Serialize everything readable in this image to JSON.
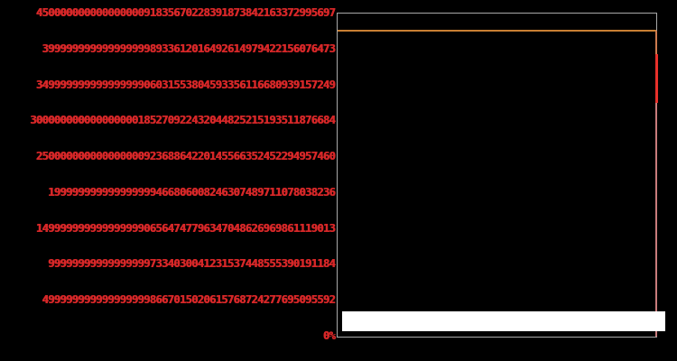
{
  "chart_data": {
    "type": "bar",
    "title": "",
    "xlabel": "",
    "ylabel": "",
    "ylim_pct": [
      0,
      45
    ],
    "grid": false,
    "legend": "none",
    "background": "#000000",
    "y_tick_values_pct": [
      45,
      40,
      35,
      30,
      25,
      20,
      15,
      10,
      5,
      0
    ],
    "y_tick_labels": [
      "45000000000000000091835670228391873842163372995697",
      "3999999999999999998933612016492614979422156076473",
      "34999999999999999906031553804593356116680939157249",
      "300000000000000000185270922432044825215193511876684",
      "25000000000000000092368864220145566352452294957460",
      "199999999999999999466806008246307489711078038236",
      "14999999999999999906564747796347048626969861119013",
      "999999999999999997334030041231537448555390191184",
      "4999999999999999998667015020615768724277695095592",
      "0%"
    ],
    "annotations": [
      {
        "name": "orange-horizontal-line",
        "y_pct": 42.6,
        "x_span": "full-width",
        "color": "#c87f33"
      },
      {
        "name": "salmon-right-edge-segment",
        "y_from_pct": 39.3,
        "y_to_pct": 42.5,
        "x": "right-edge",
        "color": "#cd7b4e"
      },
      {
        "name": "red-right-edge-segment",
        "y_from_pct": 32.5,
        "y_to_pct": 39.3,
        "x": "right-edge",
        "color": "#e8302a"
      },
      {
        "name": "pink-right-edge-segment",
        "y_from_pct": 0,
        "y_to_pct": 32.5,
        "x": "right-edge",
        "color": "#c97c7c"
      },
      {
        "name": "white-bar",
        "y_from_pct": 0.9,
        "y_to_pct": 3.6,
        "x_span": "full-width-overflowing-right",
        "color": "#ffffff"
      }
    ]
  },
  "yaxis": {
    "ticks": [
      {
        "label": "45000000000000000091835670228391873842163372995697"
      },
      {
        "label": "3999999999999999998933612016492614979422156076473"
      },
      {
        "label": "34999999999999999906031553804593356116680939157249"
      },
      {
        "label": "300000000000000000185270922432044825215193511876684"
      },
      {
        "label": "25000000000000000092368864220145566352452294957460"
      },
      {
        "label": "199999999999999999466806008246307489711078038236"
      },
      {
        "label": "14999999999999999906564747796347048626969861119013"
      },
      {
        "label": "999999999999999997334030041231537448555390191184"
      },
      {
        "label": "4999999999999999998667015020615768724277695095592"
      },
      {
        "label": "0%"
      }
    ]
  },
  "colors": {
    "background": "#000000",
    "tick_label_red": "#d62728",
    "frame_gray": "#a9a9a9",
    "orange_line": "#c87f33",
    "edge_salmon": "#cd7b4e",
    "edge_red": "#e8302a",
    "edge_pink": "#c97c7c",
    "bar_white": "#ffffff"
  }
}
